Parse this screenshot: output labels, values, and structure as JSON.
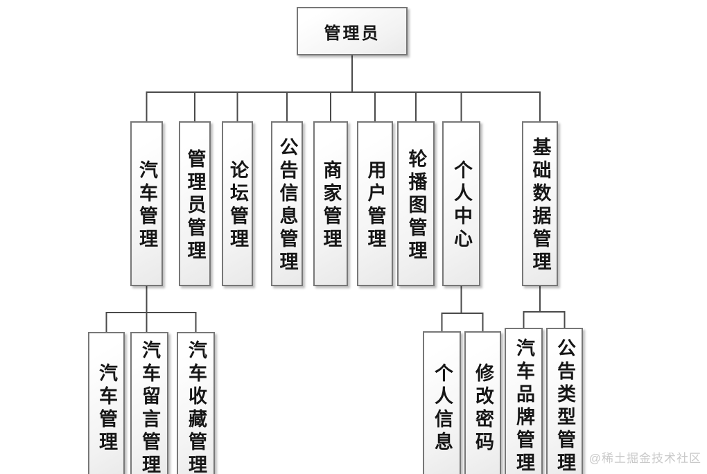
{
  "diagram": {
    "type": "org-chart",
    "root": {
      "label": "管理员"
    },
    "level2": [
      {
        "label": "汽车管理"
      },
      {
        "label": "管理员管理"
      },
      {
        "label": "论坛管理"
      },
      {
        "label": "公告信息管理"
      },
      {
        "label": "商家管理"
      },
      {
        "label": "用户管理"
      },
      {
        "label": "轮播图管理"
      },
      {
        "label": "个人中心"
      },
      {
        "label": "基础数据管理"
      }
    ],
    "level3": [
      {
        "parent": "汽车管理",
        "label": "汽车管理"
      },
      {
        "parent": "汽车管理",
        "label": "汽车留言管理"
      },
      {
        "parent": "汽车管理",
        "label": "汽车收藏管理"
      },
      {
        "parent": "个人中心",
        "label": "个人信息"
      },
      {
        "parent": "个人中心",
        "label": "修改密码"
      },
      {
        "parent": "基础数据管理",
        "label": "汽车品牌管理"
      },
      {
        "parent": "基础数据管理",
        "label": "公告类型管理"
      }
    ]
  },
  "watermark": "@稀土掘金技术社区",
  "colors": {
    "line": "#4a4a4a",
    "box_border": "#777777",
    "text": "#161616",
    "watermark": "#c9c9c9"
  }
}
